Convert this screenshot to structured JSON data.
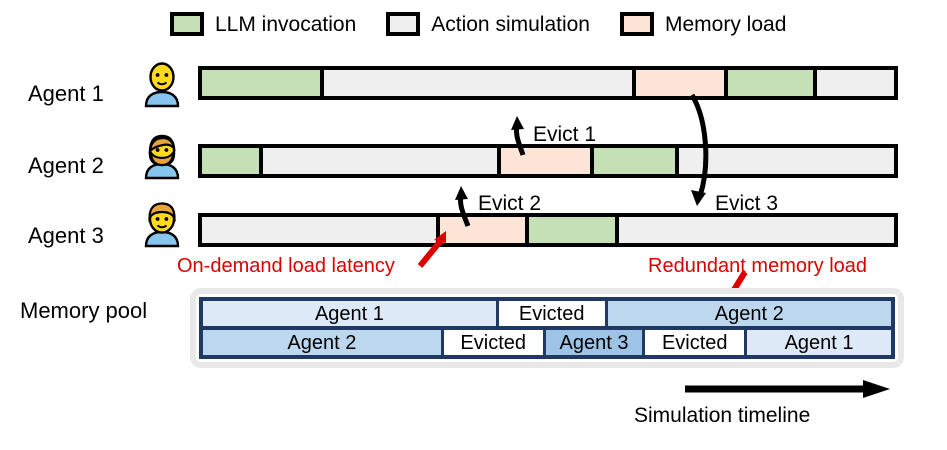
{
  "legend": {
    "items": [
      {
        "label": "LLM invocation",
        "color": "#c5e0b4",
        "icon": "legend-swatch-llm"
      },
      {
        "label": "Action simulation",
        "color": "#efefef",
        "icon": "legend-swatch-action"
      },
      {
        "label": "Memory load",
        "color": "#fce4d6",
        "icon": "legend-swatch-memory"
      }
    ]
  },
  "agents": [
    {
      "label": "Agent 1",
      "avatar": "person-avatar",
      "segments": [
        {
          "type": "LLM invocation",
          "width_pct": 17.7
        },
        {
          "type": "Action simulation",
          "width_pct": 45.0
        },
        {
          "type": "Memory load",
          "width_pct": 13.3
        },
        {
          "type": "LLM invocation",
          "width_pct": 12.9
        },
        {
          "type": "Action simulation",
          "width_pct": 11.1
        }
      ]
    },
    {
      "label": "Agent 2",
      "avatar": "bearded-person-avatar",
      "segments": [
        {
          "type": "LLM invocation",
          "width_pct": 8.8
        },
        {
          "type": "Action simulation",
          "width_pct": 34.4
        },
        {
          "type": "Memory load",
          "width_pct": 13.5
        },
        {
          "type": "LLM invocation",
          "width_pct": 12.2
        },
        {
          "type": "Action simulation",
          "width_pct": 31.1
        }
      ]
    },
    {
      "label": "Agent 3",
      "avatar": "blond-person-avatar",
      "segments": [
        {
          "type": "Action simulation",
          "width_pct": 34.4
        },
        {
          "type": "Memory load",
          "width_pct": 12.9
        },
        {
          "type": "LLM invocation",
          "width_pct": 12.9
        },
        {
          "type": "Action simulation",
          "width_pct": 39.8
        }
      ]
    }
  ],
  "annotations": {
    "evict1": "Evict 1",
    "evict2": "Evict 2",
    "evict3": "Evict 3",
    "on_demand": "On-demand load latency",
    "redundant": "Redundant memory load",
    "red_color": "#dd0000"
  },
  "memory_pool": {
    "label": "Memory pool",
    "rows": [
      [
        {
          "label": "Agent 1",
          "fill": "agent1",
          "width_pct": 43.0
        },
        {
          "label": "Evicted",
          "fill": "evicted",
          "width_pct": 15.8
        },
        {
          "label": "Agent 2",
          "fill": "agent2",
          "width_pct": 41.2
        }
      ],
      [
        {
          "label": "Agent 2",
          "fill": "agent2",
          "width_pct": 35.0
        },
        {
          "label": "Evicted",
          "fill": "evicted",
          "width_pct": 14.8
        },
        {
          "label": "Agent 3",
          "fill": "agent3",
          "width_pct": 14.5
        },
        {
          "label": "Evicted",
          "fill": "evicted",
          "width_pct": 14.8
        },
        {
          "label": "Agent 1",
          "fill": "agent1",
          "width_pct": 20.9
        }
      ]
    ]
  },
  "timeline": {
    "label": "Simulation timeline",
    "direction": "right"
  }
}
